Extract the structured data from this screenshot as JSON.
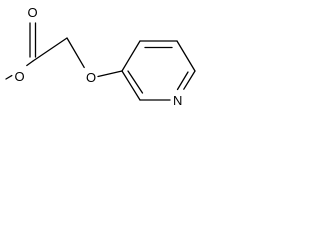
{
  "molecule": {
    "atoms": {
      "carbonyl_oxygen": "O",
      "ester_oxygen": "O",
      "ether_oxygen": "O",
      "ring_nitrogen": "N"
    }
  },
  "colors": {
    "bond": "#000000",
    "label": "#000000",
    "background": "#ffffff"
  }
}
